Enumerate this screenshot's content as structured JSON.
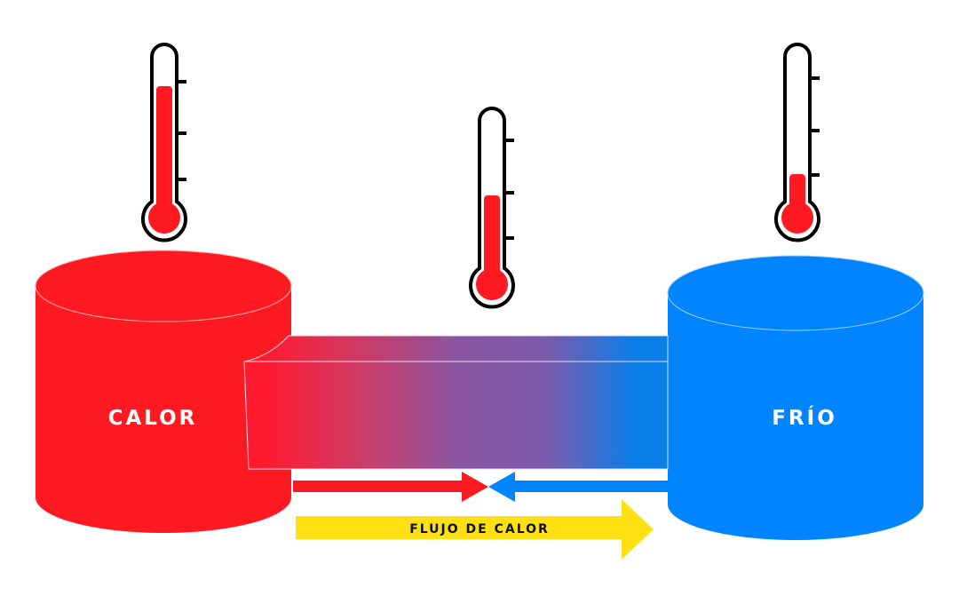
{
  "labels": {
    "hot": "CALOR",
    "cold": "FRÍO",
    "flow": "FLUJO DE CALOR"
  },
  "thermometers": {
    "hot_level": 0.78,
    "mid_level": 0.5,
    "cold_level": 0.22
  },
  "colors": {
    "hot": "#FF1A22",
    "cold": "#0084FF",
    "mix": "#8B55A0",
    "flow_arrow": "#FFE014",
    "outline": "#000000"
  }
}
